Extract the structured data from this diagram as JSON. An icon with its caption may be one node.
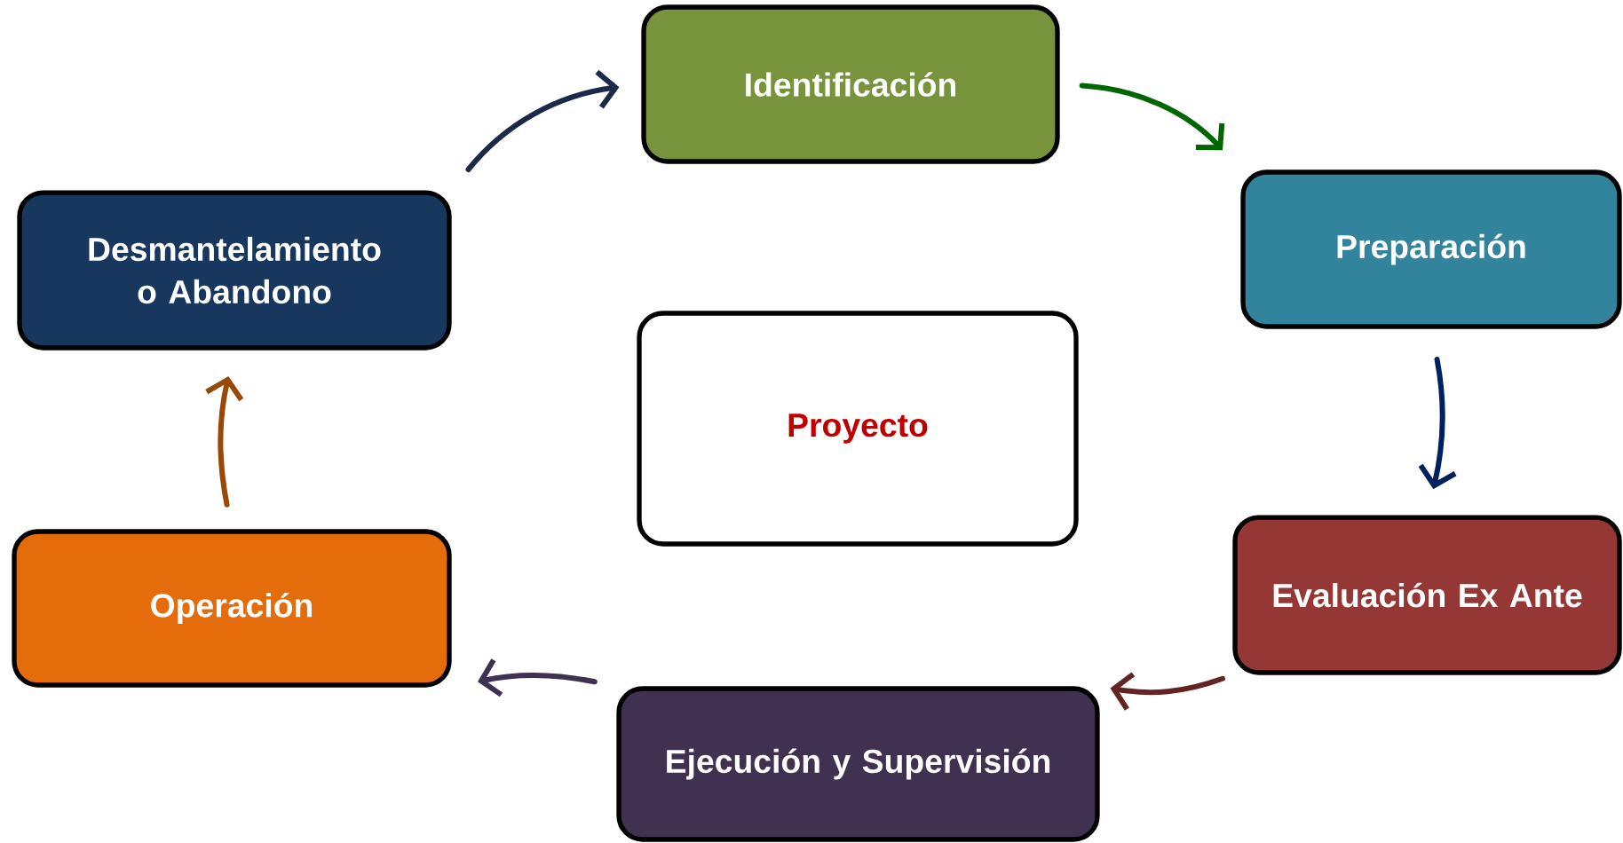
{
  "diagram": {
    "nodes": [
      {
        "text": [
          "Identificación"
        ]
      },
      {
        "text": [
          "Preparación"
        ]
      },
      {
        "text": [
          "Evaluación Ex Ante"
        ]
      },
      {
        "text": [
          "Ejecución y Supervisión"
        ]
      },
      {
        "text": [
          "Operación"
        ]
      },
      {
        "text": [
          "Desmantelamiento o Abandono"
        ]
      },
      {
        "text": [
          "Proyecto"
        ]
      }
    ],
    "edges": [
      {
        "from": 5,
        "to": 0,
        "arrow": "to",
        "color": "#1b2a48"
      },
      {
        "from": 0,
        "to": 1,
        "arrow": "to",
        "color": "#006600"
      },
      {
        "from": 1,
        "to": 2,
        "arrow": "to",
        "color": "#002060"
      },
      {
        "from": 2,
        "to": 3,
        "arrow": "to",
        "color": "#632523"
      },
      {
        "from": 3,
        "to": 4,
        "arrow": "to",
        "color": "#3f3151"
      },
      {
        "from": 4,
        "to": 5,
        "arrow": "to",
        "color": "#984807"
      }
    ]
  }
}
